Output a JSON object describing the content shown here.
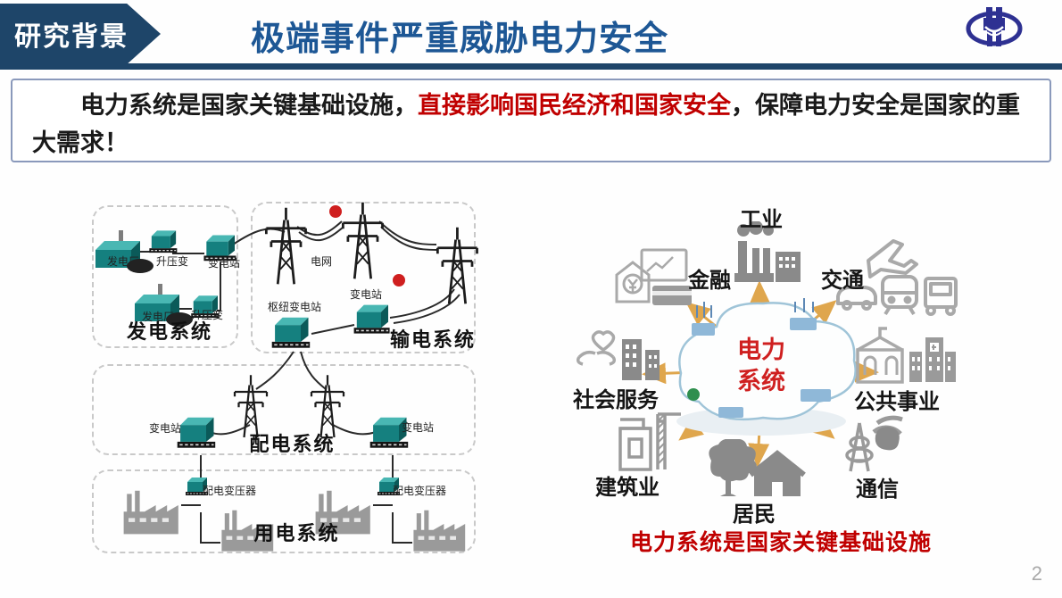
{
  "slide": {
    "badge": "研究背景",
    "title": "极端事件严重威胁电力安全",
    "page_number": "2"
  },
  "intro": {
    "text_black_1": "电力系统是国家关键基础设施，",
    "text_red": "直接影响国民经济和国家安全",
    "text_black_2": "，保障电力安全是国家的重大需求！"
  },
  "power_chain": {
    "generation": {
      "title": "发电系统",
      "plant1": "发电厂",
      "stepup1": "升压变",
      "substation": "变电站",
      "plant2": "发电厂",
      "stepup2": "升压变"
    },
    "transmission": {
      "title": "输电系统",
      "grid": "电网",
      "hub_substation": "枢纽变电站",
      "substation": "变电站"
    },
    "distribution": {
      "title": "配电系统",
      "substation_left": "变电站",
      "substation_right": "变电站"
    },
    "consumption": {
      "title": "用电系统",
      "transformer_left": "配电变压器",
      "transformer_right": "配电变压器"
    }
  },
  "ecosystem": {
    "center_line1": "电力",
    "center_line2": "系统",
    "sectors": [
      {
        "label": "工业",
        "icon": "industry-icon"
      },
      {
        "label": "交通",
        "icon": "transport-icon"
      },
      {
        "label": "金融",
        "icon": "finance-icon"
      },
      {
        "label": "公共事业",
        "icon": "public-utility-icon"
      },
      {
        "label": "社会服务",
        "icon": "social-service-icon"
      },
      {
        "label": "通信",
        "icon": "telecom-icon"
      },
      {
        "label": "建筑业",
        "icon": "construction-icon"
      },
      {
        "label": "居民",
        "icon": "residents-icon"
      }
    ],
    "caption": "电力系统是国家关键基础设施"
  },
  "colors": {
    "accent_blue": "#1e4569",
    "title_blue": "#1d5795",
    "highlight_red": "#c00000",
    "arrow_orange": "#dfa64d",
    "station_teal": "#15807f",
    "icon_gray": "#8e8e8e"
  }
}
